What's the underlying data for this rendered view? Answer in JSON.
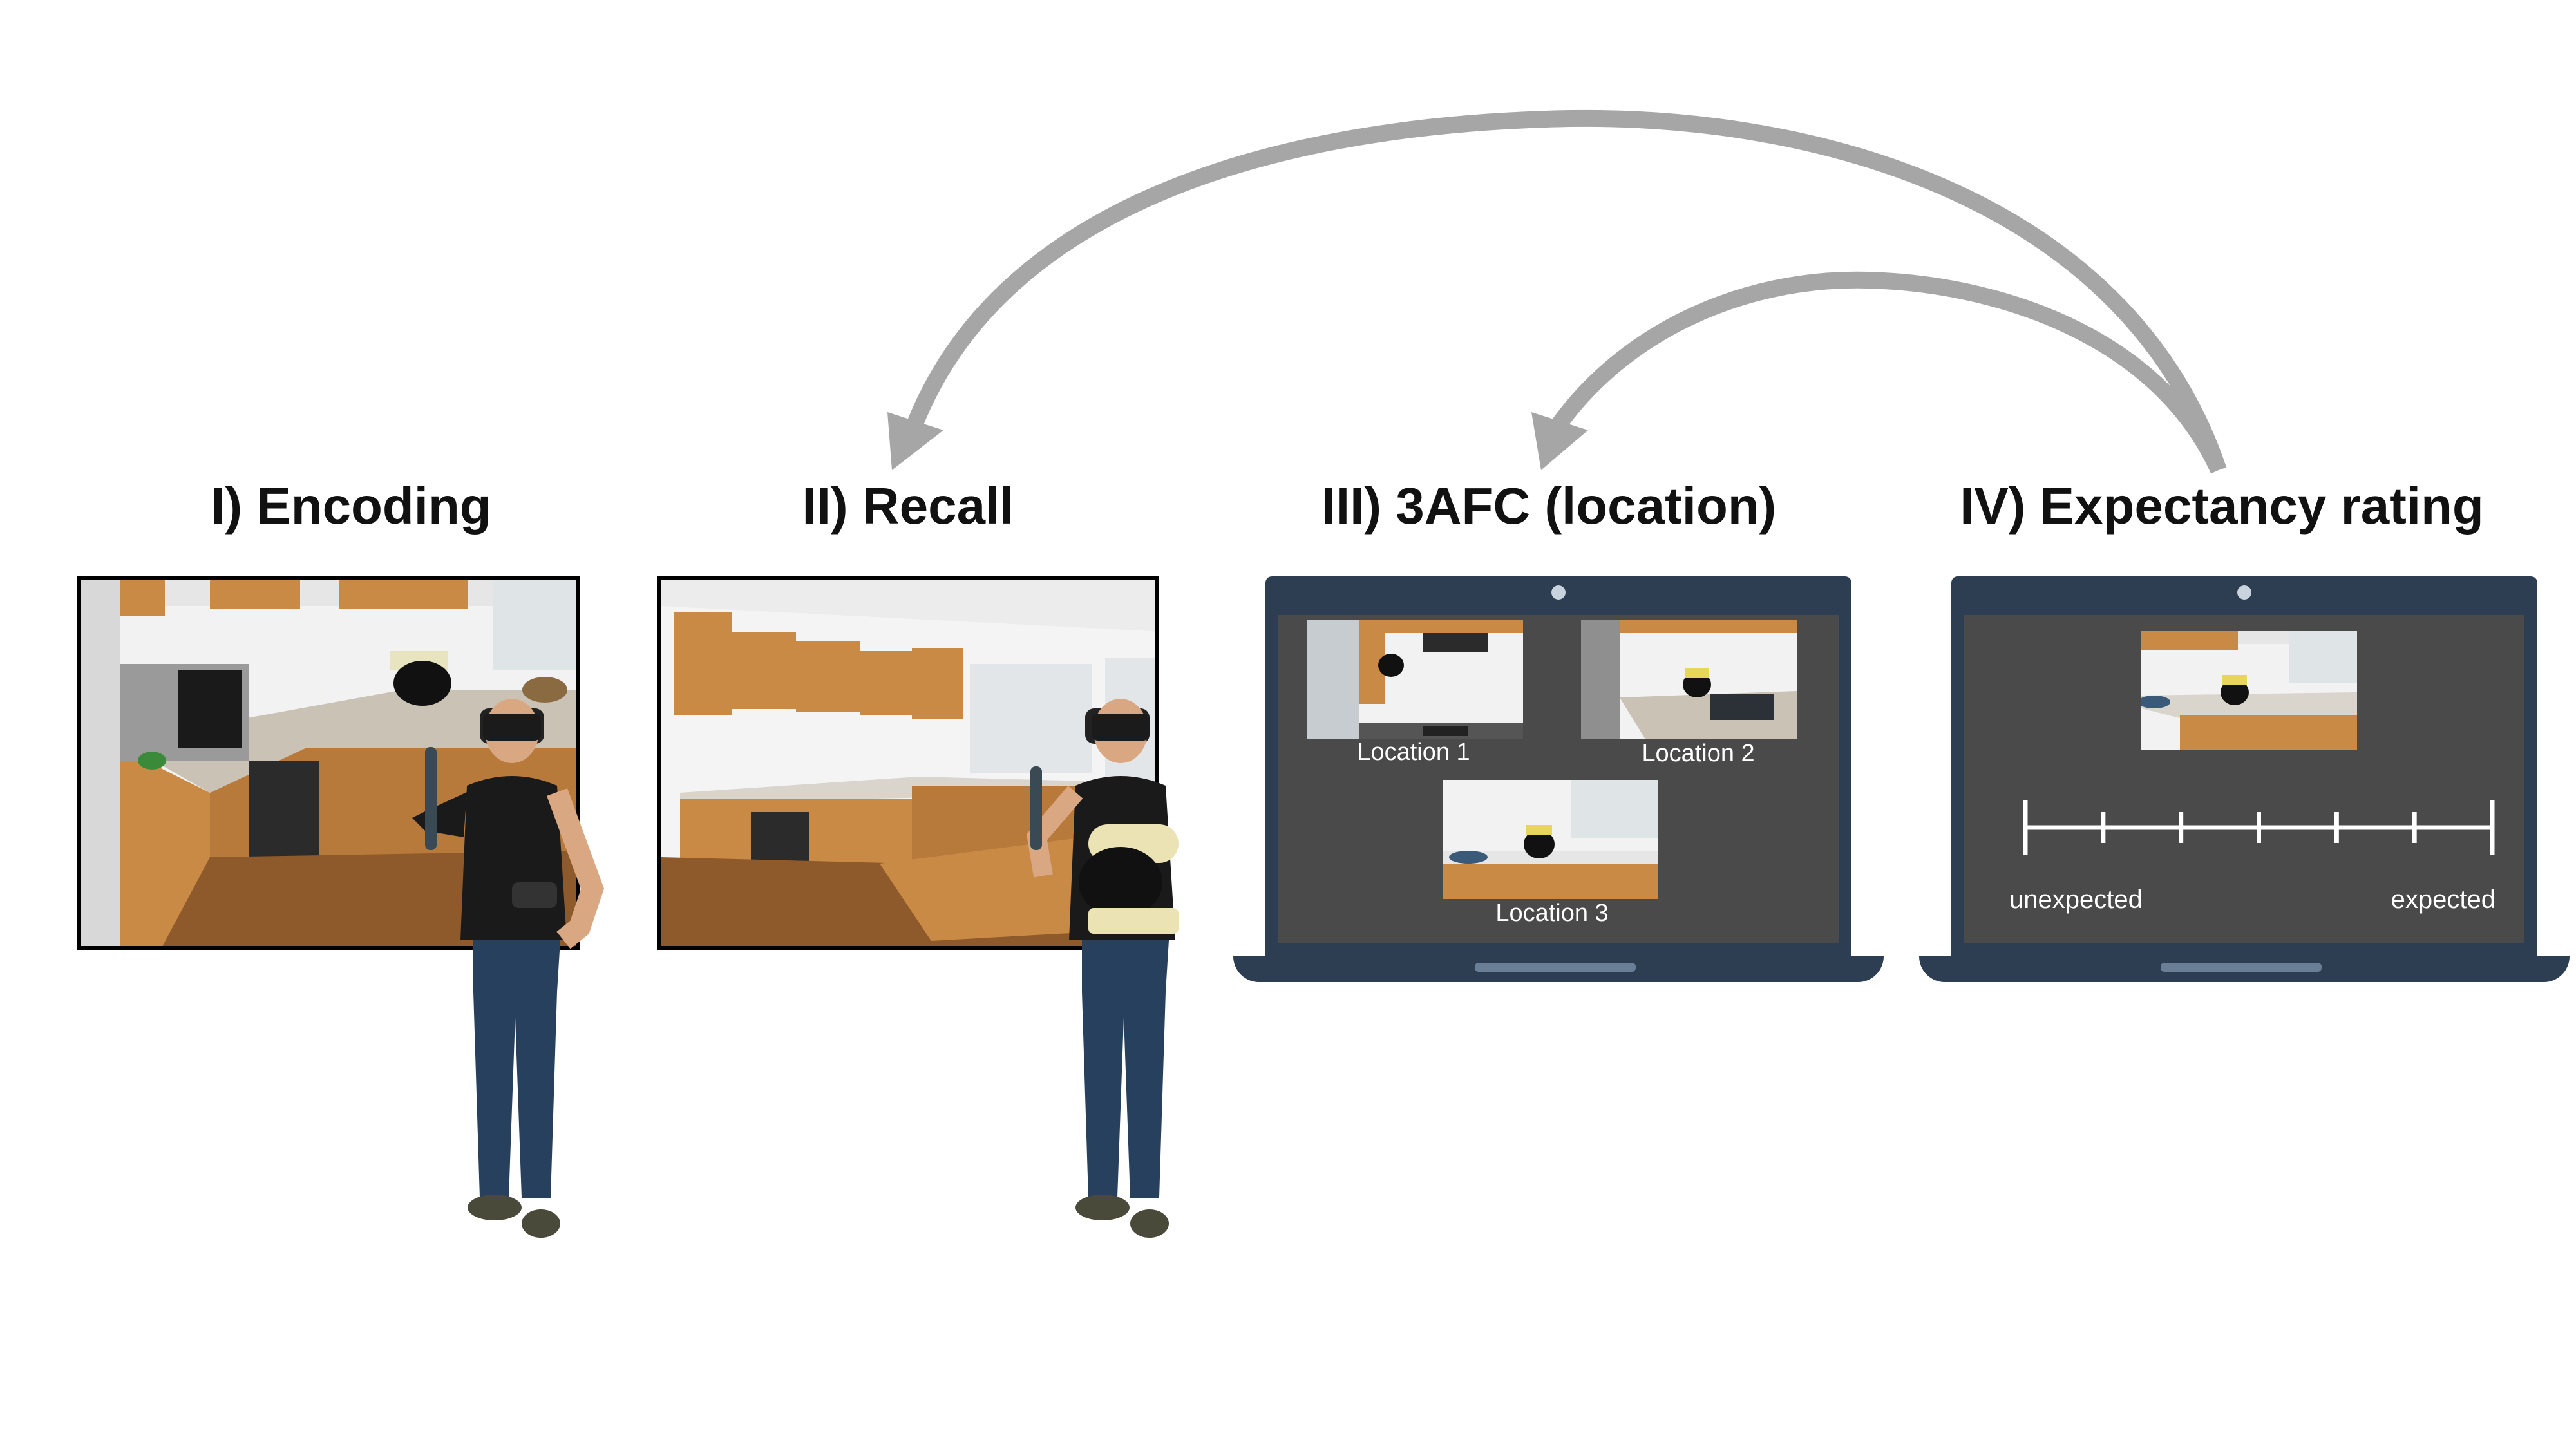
{
  "stages": [
    {
      "id": "encoding",
      "title": "I) Encoding"
    },
    {
      "id": "recall",
      "title": "II) Recall"
    },
    {
      "id": "afc",
      "title": "III) 3AFC (location)"
    },
    {
      "id": "rating",
      "title": "IV) Expectancy rating"
    }
  ],
  "afc_screen": {
    "options": [
      "Location 1",
      "Location 2",
      "Location 3"
    ]
  },
  "rating_screen": {
    "left_label": "unexpected",
    "right_label": "expected",
    "tick_count": 7
  },
  "colors": {
    "arrow": "#a6a6a6",
    "laptop": "#2e3e52",
    "screen": "#4a4a4a",
    "wood": "#c98a45",
    "wall": "#f4f4f4"
  }
}
